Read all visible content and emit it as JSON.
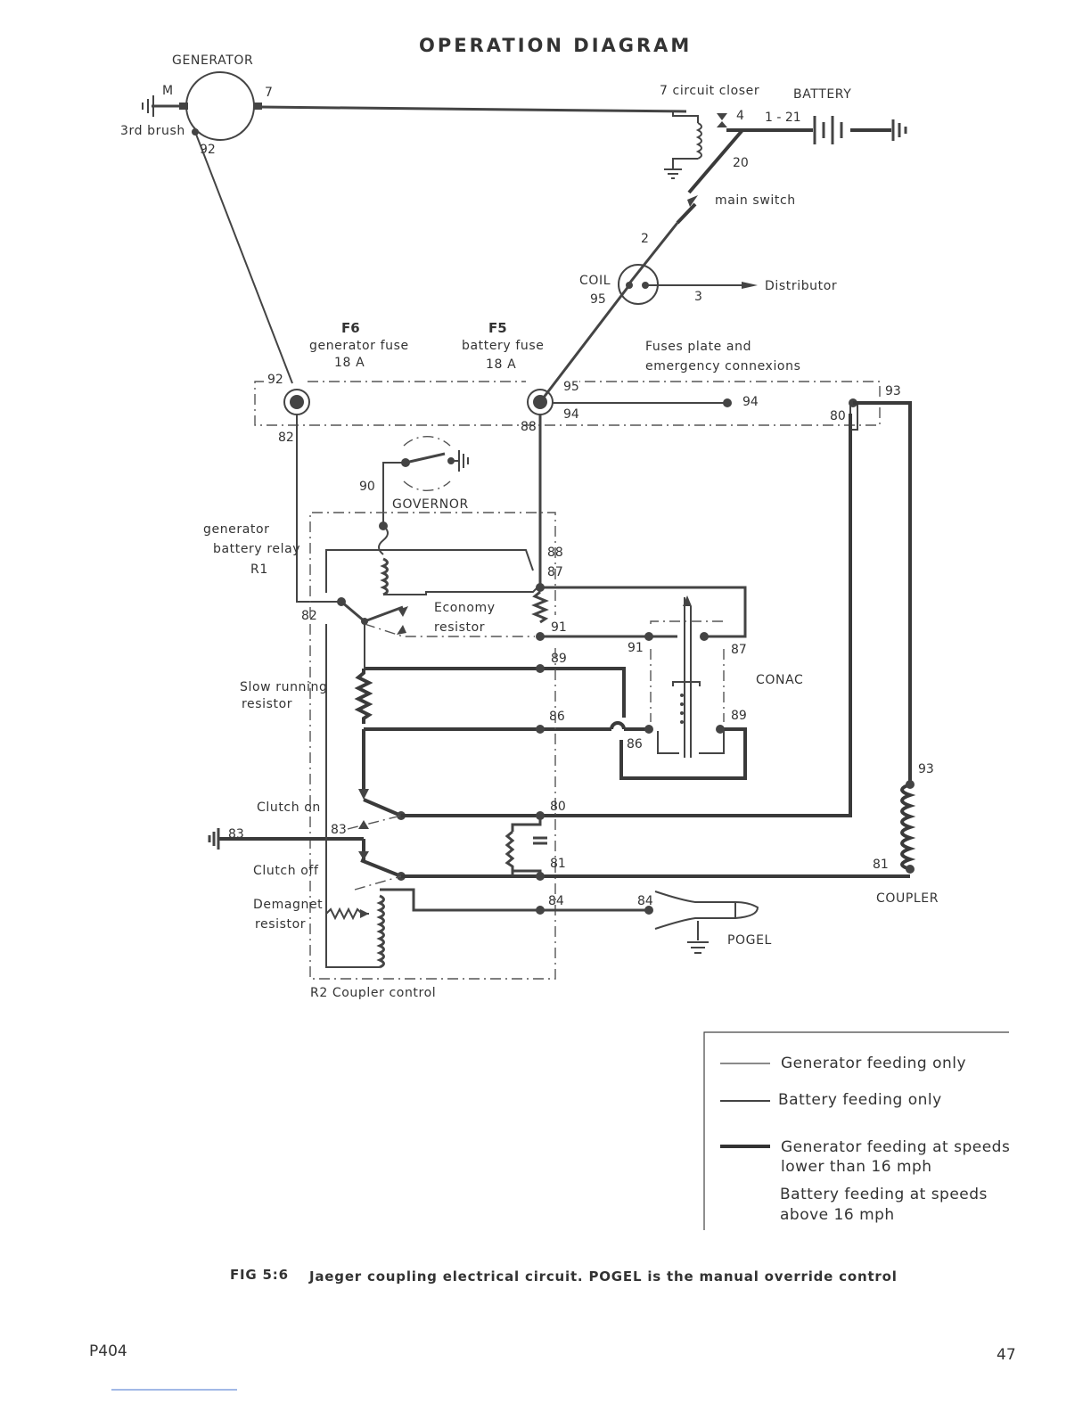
{
  "title": "OPERATION DIAGRAM",
  "labels": {
    "generator": "GENERATOR",
    "m": "M",
    "third_brush": "3rd brush",
    "circuit_closer": "7 circuit closer",
    "battery": "BATTERY",
    "main_switch": "main switch",
    "coil": "COIL",
    "distributor": "Distributor",
    "f6": "F6",
    "f6_desc": "generator fuse",
    "f6_rating": "18 A",
    "f5": "F5",
    "f5_desc": "battery fuse",
    "f5_rating": "18 A",
    "fuses_plate_1": "Fuses plate and",
    "fuses_plate_2": "emergency connexions",
    "governor": "GOVERNOR",
    "relay_1": "generator",
    "relay_2": "battery relay",
    "relay_3": "R1",
    "economy_1": "Economy",
    "economy_2": "resistor",
    "slow_1": "Slow running",
    "slow_2": "resistor",
    "conac": "CONAC",
    "clutch_on": "Clutch on",
    "clutch_off": "Clutch off",
    "demagnet_1": "Demagnet",
    "demagnet_2": "resistor",
    "coupler_control": "R2 Coupler control",
    "coupler": "COUPLER",
    "pogel": "POGEL"
  },
  "numbers": {
    "n7": "7",
    "n4": "4",
    "n1_21": "1 - 21",
    "n20": "20",
    "n2": "2",
    "n3": "3",
    "n95": "95",
    "n92": "92",
    "n82": "82",
    "n88": "88",
    "n94": "94",
    "n80": "80",
    "n93": "93",
    "n90": "90",
    "n87": "87",
    "n91": "91",
    "n89": "89",
    "n86": "86",
    "n83": "83",
    "n81": "81",
    "n84": "84"
  },
  "legend": {
    "item1": "Generator feeding only",
    "item2": "Battery feeding only",
    "item3_1": "Generator feeding at speeds",
    "item3_2": "lower than 16 mph",
    "item4_1": "Battery feeding at speeds",
    "item4_2": "above 16 mph"
  },
  "caption": {
    "fig": "FIG 5:6",
    "text": "Jaeger coupling electrical circuit. POGEL is the manual override control"
  },
  "page": {
    "code": "P404",
    "number": "47"
  }
}
